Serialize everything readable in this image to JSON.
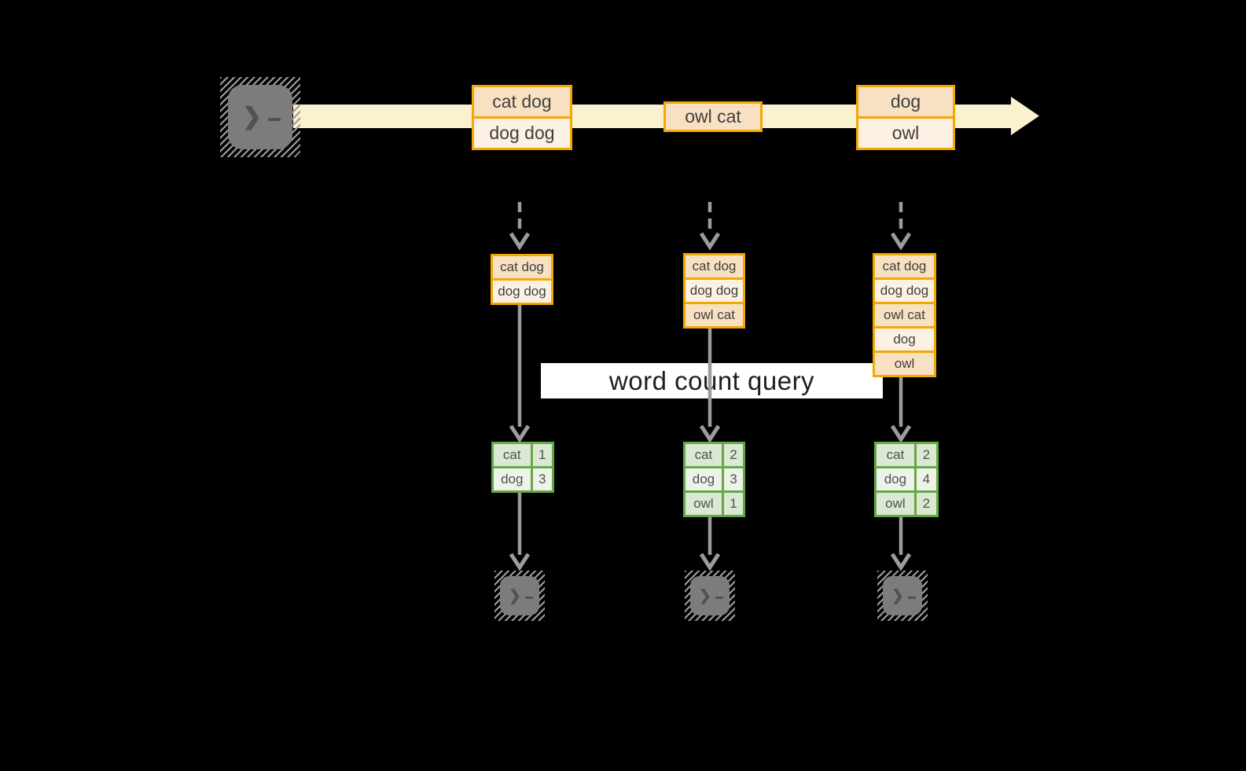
{
  "banner": {
    "label": "word count query"
  },
  "stream": {
    "batches": [
      {
        "rows": [
          "cat dog",
          "dog dog"
        ]
      },
      {
        "rows": [
          "owl cat"
        ]
      },
      {
        "rows": [
          "dog",
          "owl"
        ]
      }
    ]
  },
  "columns": [
    {
      "state_rows": [
        "cat dog",
        "dog dog"
      ],
      "counts": [
        {
          "word": "cat",
          "count": "1"
        },
        {
          "word": "dog",
          "count": "3"
        }
      ]
    },
    {
      "state_rows": [
        "cat dog",
        "dog dog",
        "owl cat"
      ],
      "counts": [
        {
          "word": "cat",
          "count": "2"
        },
        {
          "word": "dog",
          "count": "3"
        },
        {
          "word": "owl",
          "count": "1"
        }
      ]
    },
    {
      "state_rows": [
        "cat dog",
        "dog dog",
        "owl cat",
        "dog",
        "owl"
      ],
      "counts": [
        {
          "word": "cat",
          "count": "2"
        },
        {
          "word": "dog",
          "count": "4"
        },
        {
          "word": "owl",
          "count": "2"
        }
      ]
    }
  ],
  "icons": {
    "terminal": "terminal-icon",
    "prompt_glyph": "❯"
  },
  "colors": {
    "background": "#000000",
    "stream_band": "#FBF1CF",
    "box_border": "#F2A702",
    "box_fill_dark": "#F8E1C2",
    "box_fill_light": "#FCF1E2",
    "table_border": "#66A847",
    "table_fill_dark": "#DBE8D2",
    "table_fill_light": "#EDF3E9",
    "arrow_gray": "#9C9C9C",
    "banner_bg": "#FFFFFF",
    "text": "#3F3F3F"
  }
}
